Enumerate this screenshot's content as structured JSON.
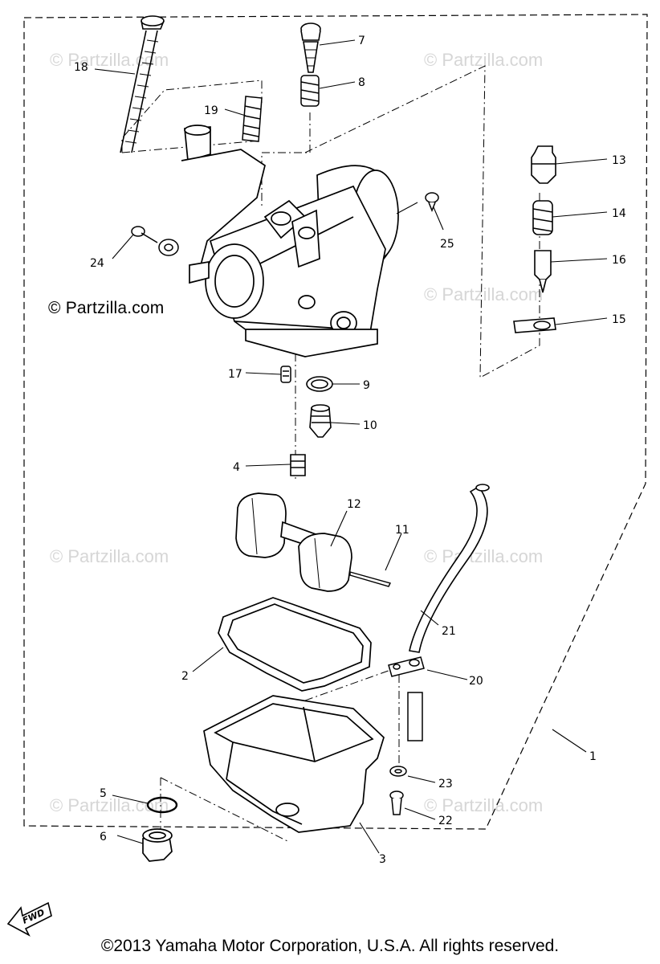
{
  "watermark_text": "© Partzilla.com",
  "watermark_repeat": "© Partzilla.com",
  "fwd_label": "FWD",
  "copyright": "©2013  Yamaha Motor Corporation, U.S.A. All rights reserved.",
  "callouts": {
    "c1": "1",
    "c2": "2",
    "c3": "3",
    "c4": "4",
    "c5": "5",
    "c6": "6",
    "c7": "7",
    "c8": "8",
    "c9": "9",
    "c10": "10",
    "c11": "11",
    "c12": "12",
    "c13": "13",
    "c14": "14",
    "c15": "15",
    "c16": "16",
    "c17": "17",
    "c18": "18",
    "c19": "19",
    "c20": "20",
    "c21": "21",
    "c22": "22",
    "c23": "23",
    "c24": "24",
    "c25": "25"
  }
}
